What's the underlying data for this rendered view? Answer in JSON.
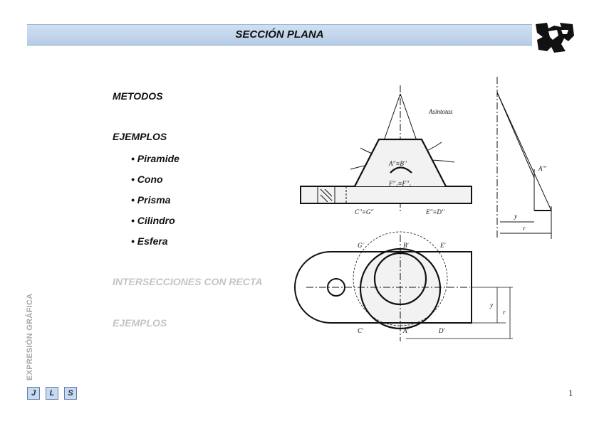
{
  "slide": {
    "title": "SECCIÓN PLANA",
    "side_label": "EXPRESIÓN GRÁFICA",
    "page_number": "1"
  },
  "menu": {
    "metodos": "METODOS",
    "ejemplos": "EJEMPLOS",
    "sub_items": [
      "• Piramide",
      "• Cono",
      "• Prisma",
      "• Cilindro",
      "• Esfera"
    ],
    "intersecciones": "INTERSECCIONES CON RECTA",
    "ejemplos2": "EJEMPLOS"
  },
  "nav_buttons": [
    "J",
    "L",
    "S"
  ],
  "drawing_labels": {
    "asintotas": "Asíntotas",
    "ab": "A''≡B''",
    "f": "F''₁≡F''₂",
    "cg": "C''≡G''",
    "ed": "E''≡D''",
    "a3": "A'''",
    "y": "y",
    "r": "r",
    "g1": "G'",
    "b1": "B'",
    "e1": "E'",
    "c1": "C'",
    "a1": "A'",
    "d1": "D'"
  },
  "colors": {
    "title_bar": "#c4d8ee",
    "dim_text": "#c4c4c4",
    "nav_button": "#c9daf0"
  }
}
